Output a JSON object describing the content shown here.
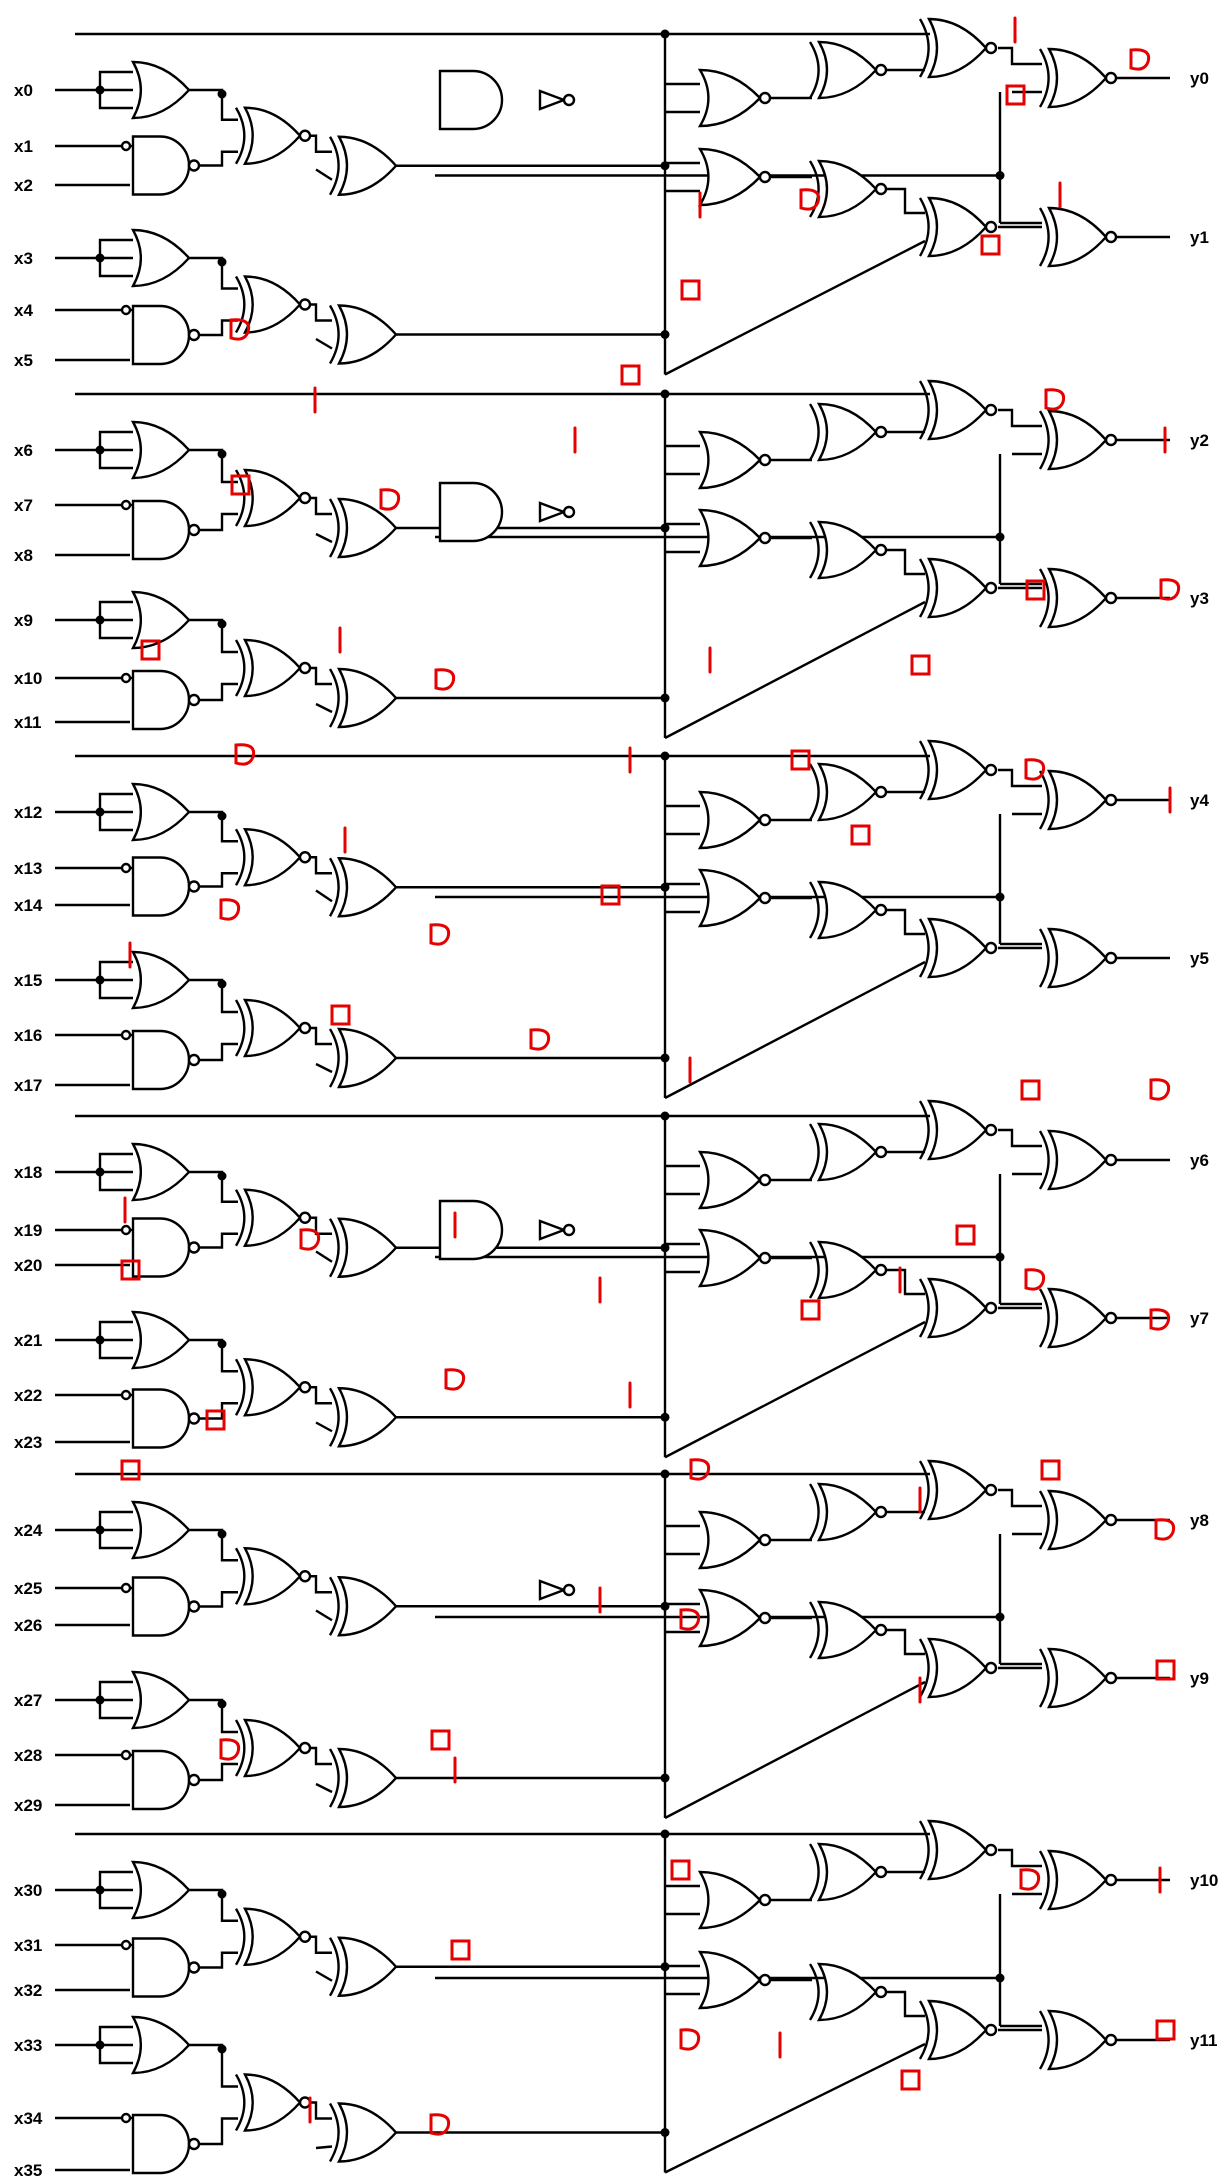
{
  "inputs": [
    "x0",
    "x1",
    "x2",
    "x3",
    "x4",
    "x5",
    "x6",
    "x7",
    "x8",
    "x9",
    "x10",
    "x11",
    "x12",
    "x13",
    "x14",
    "x15",
    "x16",
    "x17",
    "x18",
    "x19",
    "x20",
    "x21",
    "x22",
    "x23",
    "x24",
    "x25",
    "x26",
    "x27",
    "x28",
    "x29",
    "x30",
    "x31",
    "x32",
    "x33",
    "x34",
    "x35"
  ],
  "outputs": [
    "y0",
    "y1",
    "y2",
    "y3",
    "y4",
    "y5",
    "y6",
    "y7",
    "y8",
    "y9",
    "y10",
    "y11"
  ],
  "colors": {
    "wire": "#000000",
    "annotation": "#e60000",
    "background": "#ffffff"
  },
  "gate_types": [
    "OR",
    "NAND",
    "XNOR",
    "XOR",
    "AND",
    "NOT"
  ]
}
